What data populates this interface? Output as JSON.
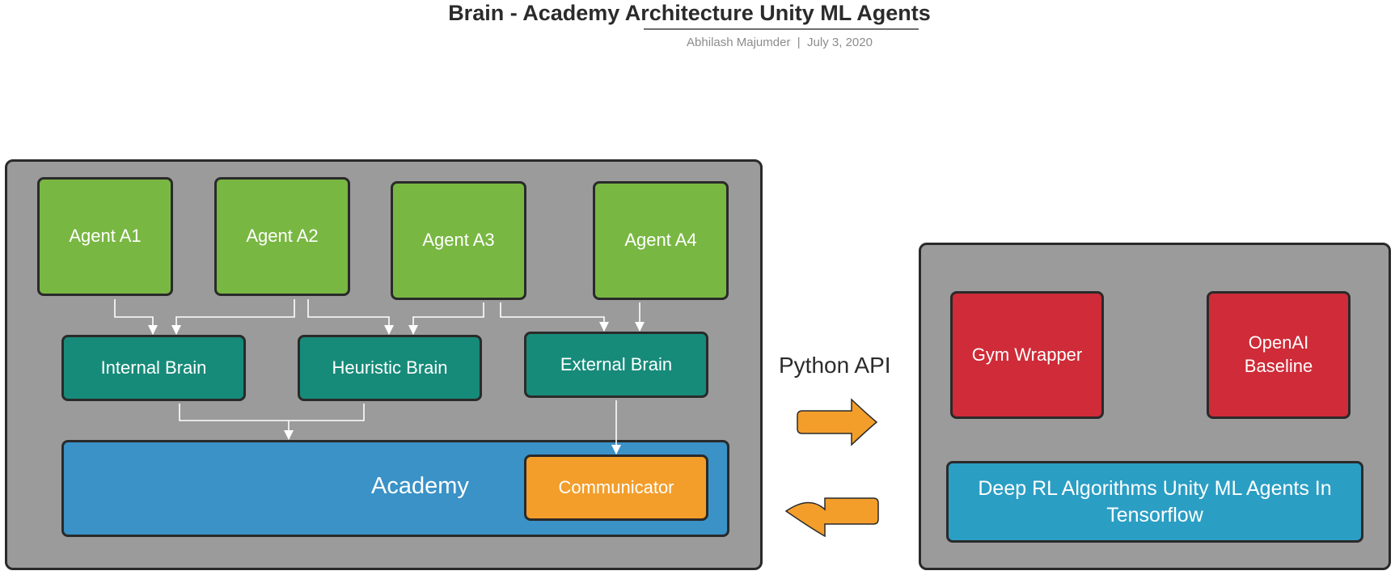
{
  "header": {
    "title": "Brain - Academy Architecture Unity ML Agents",
    "author": "Abhilash Majumder",
    "separator": "|",
    "date": "July 3, 2020"
  },
  "unity_environment": {
    "agents": [
      "Agent A1",
      "Agent A2",
      "Agent A3",
      "Agent A4"
    ],
    "brains": [
      "Internal Brain",
      "Heuristic Brain",
      "External Brain"
    ],
    "academy": "Academy",
    "communicator": "Communicator"
  },
  "python_api": {
    "label": "Python API",
    "gym_wrapper": "Gym Wrapper",
    "openai_baseline": "OpenAI Baseline",
    "deep_rl": "Deep RL Algorithms Unity ML Agents In Tensorflow"
  },
  "colors": {
    "agent": "#79b743",
    "brain": "#178b79",
    "academy": "#3a92c7",
    "communicator": "#f39e2b",
    "red_module": "#cf2b38",
    "deep_rl": "#2b9ec4",
    "panel": "#9b9b9b",
    "arrow": "#f39e2b"
  }
}
